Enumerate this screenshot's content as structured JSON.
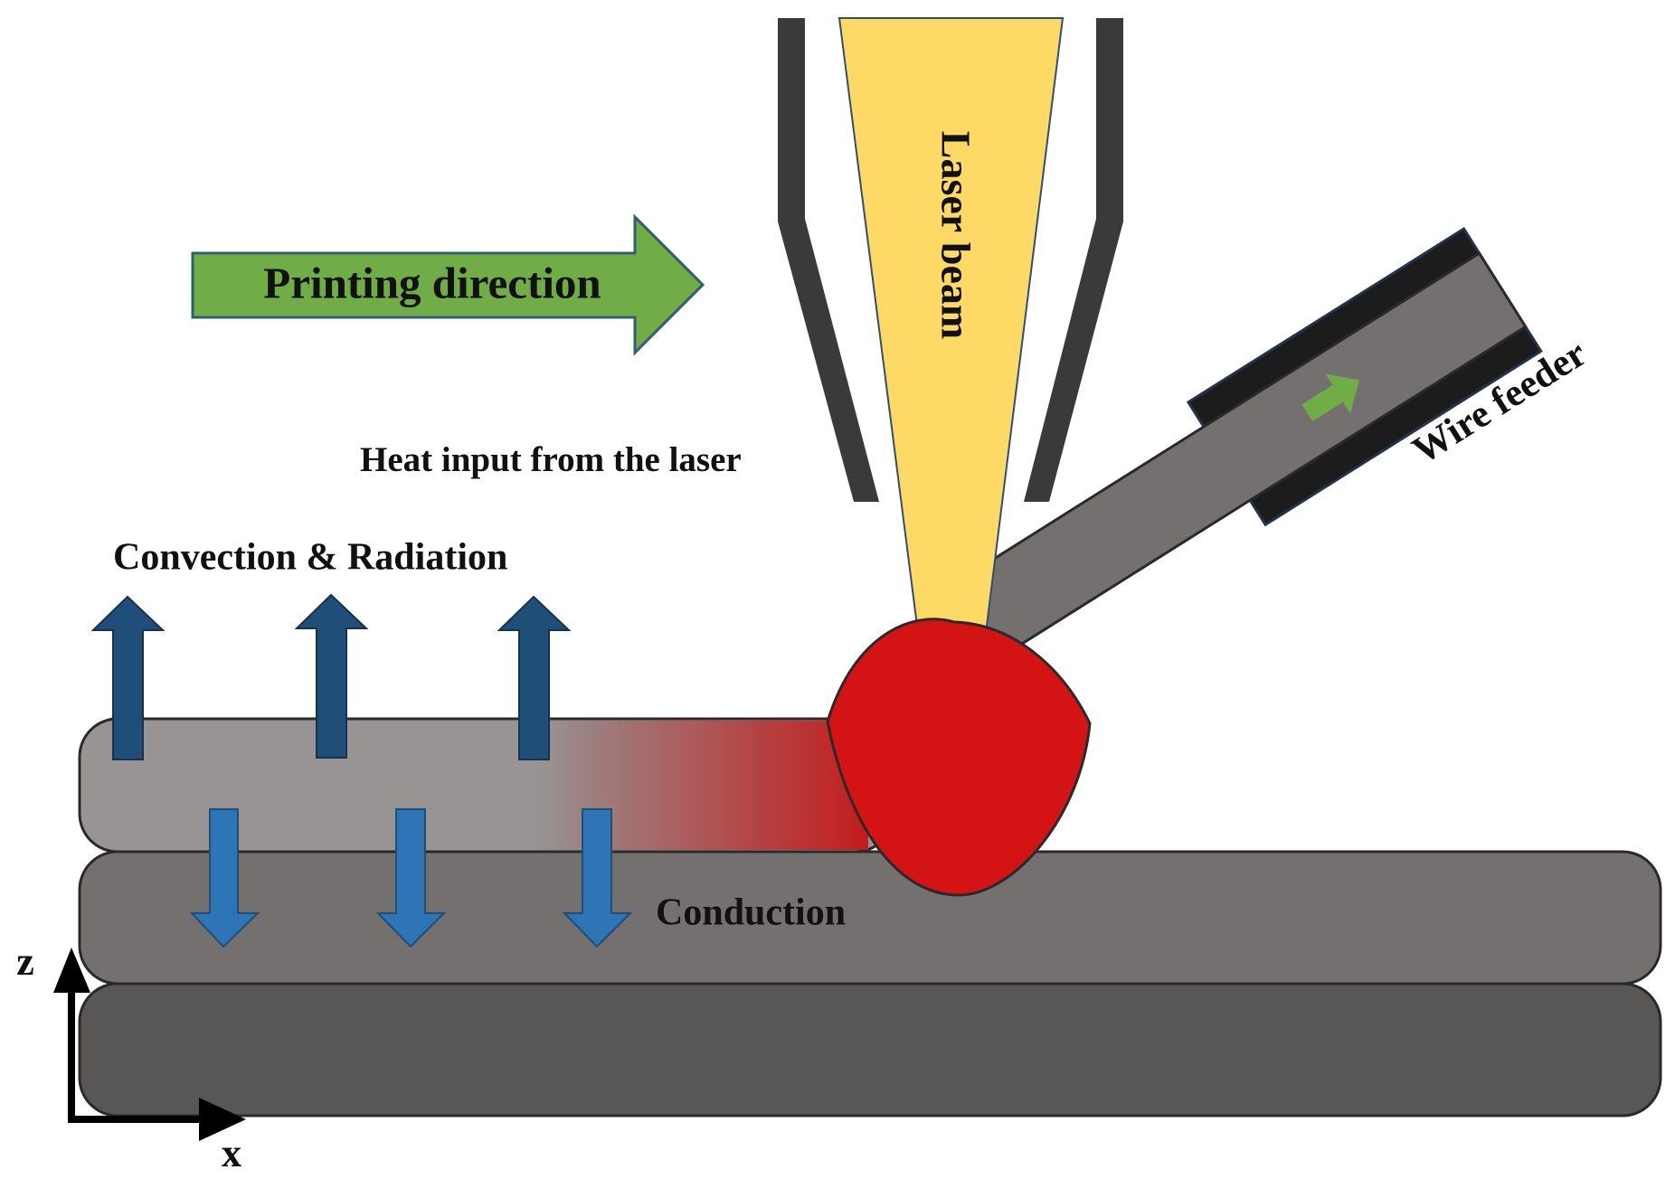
{
  "labels": {
    "printing_direction": "Printing direction",
    "laser_beam": "Laser beam",
    "heat_input": "Heat input from the laser",
    "wire_feeder": "Wire feeder",
    "convection_radiation": "Convection & Radiation",
    "conduction": "Conduction",
    "axis_z": "z",
    "axis_x": "x"
  },
  "colors": {
    "printing_arrow_fill": "#70AD47",
    "printing_arrow_stroke": "#2F5F6E",
    "laser_fill": "#FFD966",
    "nozzle": "#3A3A3A",
    "melt_pool": "#D41414",
    "top_layer": "#989494",
    "middle_layer": "#757070",
    "bottom_layer": "#595656",
    "wire_body": "#757070",
    "wire_sheath": "#1C1C1C",
    "up_arrow": "#1F4E79",
    "down_arrow": "#2E75B6",
    "feed_arrow": "#70AD47"
  }
}
